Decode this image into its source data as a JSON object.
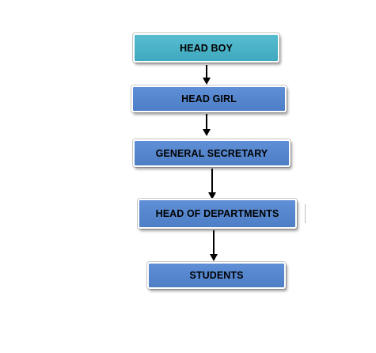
{
  "diagram": {
    "nodes": [
      {
        "label": "HEAD BOY",
        "color": "#45aec3"
      },
      {
        "label": "HEAD GIRL",
        "color": "#5283ca"
      },
      {
        "label": "GENERAL SECRETARY",
        "color": "#5283ca"
      },
      {
        "label": "HEAD OF DEPARTMENTS",
        "color": "#5283ca"
      },
      {
        "label": "STUDENTS",
        "color": "#5283ca"
      }
    ]
  }
}
